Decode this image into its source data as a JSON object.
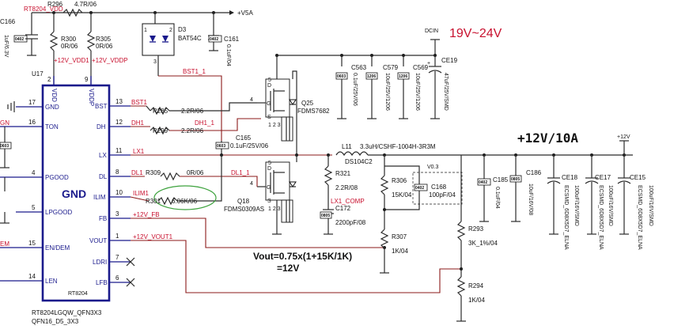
{
  "title_voltage": "19V~24V",
  "output_rail": "+12V/10A",
  "formula": {
    "line1": "Vout=0.75x(1+15K/1K)",
    "line2": "=12V"
  },
  "ic": {
    "ref": "U17",
    "center_label": "GND",
    "part": "RT8204",
    "footprint_1": "RT8204LGQW_QFN3X3",
    "footprint_2": "QFN16_D5_3X3",
    "top_pins": [
      {
        "name": "VDD",
        "num": "2"
      },
      {
        "name": "VDDP",
        "num": "9"
      }
    ],
    "left_pins": [
      {
        "num": "17",
        "name": "GND"
      },
      {
        "num": "16",
        "name": "TON"
      },
      {
        "num": "4",
        "name": "PGOOD"
      },
      {
        "num": "5",
        "name": "LPGOOD"
      },
      {
        "num": "15",
        "name": "EN/DEM"
      },
      {
        "num": "14",
        "name": "LEN"
      }
    ],
    "right_pins": [
      {
        "num": "13",
        "name": "BST"
      },
      {
        "num": "12",
        "name": "DH"
      },
      {
        "num": "11",
        "name": "LX"
      },
      {
        "num": "8",
        "name": "DL"
      },
      {
        "num": "10",
        "name": "ILIM"
      },
      {
        "num": "3",
        "name": "FB"
      },
      {
        "num": "1",
        "name": "VOUT"
      },
      {
        "num": "7",
        "name": "LDRI"
      },
      {
        "num": "6",
        "name": "LFB"
      }
    ]
  },
  "nets": {
    "vdd": "RT8204_VDD",
    "v5a": "+V5A",
    "dcin": "DCIN",
    "vout": "+12V",
    "vdd1": "+12V_VDD1",
    "vddp": "+12V_VDDP",
    "bst1": "BST1_1",
    "bst1_short": "BST1",
    "dh1": "DH1",
    "dh1_1": "DH1_1",
    "lx1": "LX1",
    "dl1": "DL1",
    "dl1_1": "DL1_1",
    "ilim1": "ILIM1",
    "fb": "+12V_FB",
    "vout1": "+12V_VOUT1",
    "lx1_comp": "LX1_COMP",
    "gn_partial": "GN",
    "em_partial": "EM"
  },
  "components": {
    "r296": {
      "ref": "R296",
      "val": "4.7R/06"
    },
    "r300": {
      "ref": "R300",
      "val": "0R/06"
    },
    "r305": {
      "ref": "R305",
      "val": "0R/06"
    },
    "c166": {
      "ref": "C166",
      "val": "1uF/6.3V",
      "pkg": "0402"
    },
    "d3": {
      "ref": "D3",
      "val": "BAT54C"
    },
    "c161": {
      "ref": "C161",
      "val": "0.1uF/04",
      "pkg": "0402"
    },
    "c563": {
      "ref": "C563",
      "val": "0.1uF/25V/06",
      "pkg": "0603"
    },
    "c579": {
      "ref": "C579",
      "val": "10uF/25V/1206",
      "pkg": "1206"
    },
    "c569": {
      "ref": "C569",
      "val": "10uF/25V/1206",
      "pkg": "1206"
    },
    "ce19": {
      "ref": "CE19",
      "val": "47uF/25V/SMD"
    },
    "q25": {
      "ref": "Q25",
      "val": "FDMS7682"
    },
    "r285": {
      "ref": "R285",
      "val": "2.2R/06"
    },
    "r299": {
      "ref": "R299",
      "val": "2.2R/06"
    },
    "c165": {
      "ref": "C165",
      "val": "0.1uF/25V/06",
      "pkg": "0603"
    },
    "l11": {
      "ref": "L11",
      "val": "3.3uH/CSHF-1004H-3R3M"
    },
    "ds104": {
      "val": "DS104C2"
    },
    "r309": {
      "ref": "R309",
      "val": "0R/06"
    },
    "r301": {
      "ref": "R301",
      "val": "6.06K/06"
    },
    "q18": {
      "ref": "Q18",
      "val": "FDMS0309AS"
    },
    "r321": {
      "ref": "R321",
      "val": "2.2R/08"
    },
    "c172": {
      "ref": "C172",
      "val": "2200pF/08",
      "pkg": "0805"
    },
    "r306": {
      "ref": "R306",
      "val": "15K/04"
    },
    "c168": {
      "ref": "C168",
      "val": "100pF/04",
      "pkg": "0402"
    },
    "v03": "V0.3",
    "r307": {
      "ref": "R307",
      "val": "1K/04"
    },
    "c185": {
      "ref": "C185",
      "val": "0.1uF/04",
      "pkg": "0402"
    },
    "c186": {
      "ref": "C186",
      "val": "10uF/16V/08",
      "pkg": "0805"
    },
    "ce18": {
      "ref": "CE18",
      "val": "100uF/16V/SMD",
      "pkg": "ECSMD_6D8X5D7_ELNA"
    },
    "ce17": {
      "ref": "CE17",
      "val": "100uF/16V/SMD",
      "pkg": "ECSMD_6D8X5D7_ELNA"
    },
    "ce15": {
      "ref": "CE15",
      "val": "100uF/16V/SMD",
      "pkg": "ECSMD_6D8X5D7_ELNA"
    },
    "r293": {
      "ref": "R293",
      "val": "3K_1%/04"
    },
    "r294": {
      "ref": "R294",
      "val": "1K/04"
    },
    "c0603_left": {
      "pkg": "0603"
    }
  },
  "mosfet_pins": {
    "d": "D",
    "g": "G",
    "s": "S",
    "p5": "5",
    "p4": "4",
    "p123": "1 2 3"
  }
}
